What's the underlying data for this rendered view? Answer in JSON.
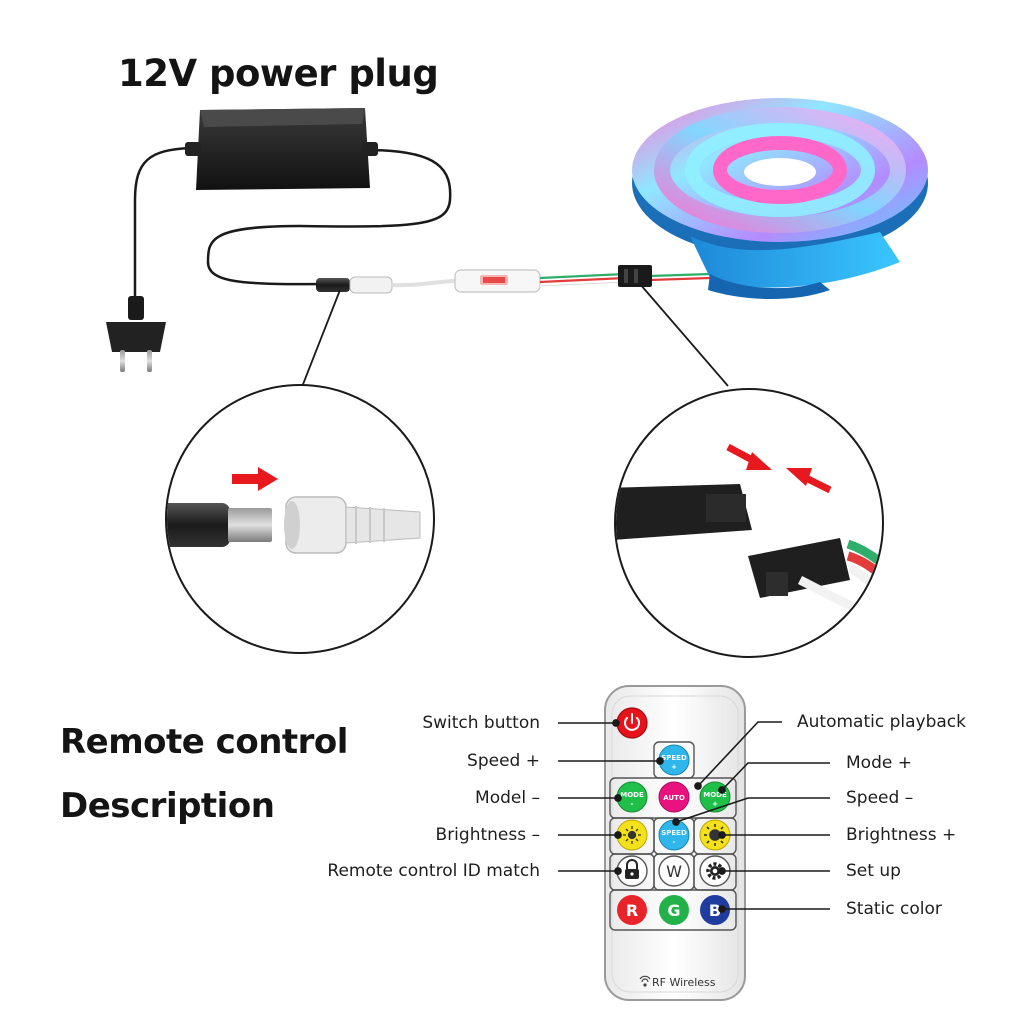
{
  "header": {
    "title": "12V power plug"
  },
  "description": {
    "line1": "Remote control",
    "line2": "Description"
  },
  "remote": {
    "buttons": {
      "power_icon": "power-icon",
      "speed_plus_top": "SPEED",
      "speed_plus_bottom": "+",
      "mode_minus_top": "MODE",
      "mode_minus_bottom": "-",
      "auto": "AUTO",
      "mode_plus_top": "MODE",
      "mode_plus_bottom": "+",
      "speed_minus_top": "SPEED",
      "speed_minus_bottom": "-",
      "white": "W",
      "red": "R",
      "green": "G",
      "blue": "B"
    },
    "footer": "RF Wireless"
  },
  "callouts": {
    "left": {
      "switch": "Switch button",
      "speed_plus": "Speed +",
      "model_minus": "Model –",
      "brightness_minus": "Brightness –",
      "id_match": "Remote control ID match"
    },
    "right": {
      "auto_playback": "Automatic playback",
      "mode_plus": "Mode +",
      "speed_minus": "Speed –",
      "brightness_plus": "Brightness +",
      "setup": "Set up",
      "static_color": "Static color"
    }
  },
  "colors": {
    "power": "#e8121b",
    "speed": "#2fb6ea",
    "mode": "#1fbf4a",
    "auto": "#e8137f",
    "brightness": "#f4e11a",
    "red": "#e8232a",
    "green": "#23b24a",
    "blue": "#1f3c9e"
  }
}
